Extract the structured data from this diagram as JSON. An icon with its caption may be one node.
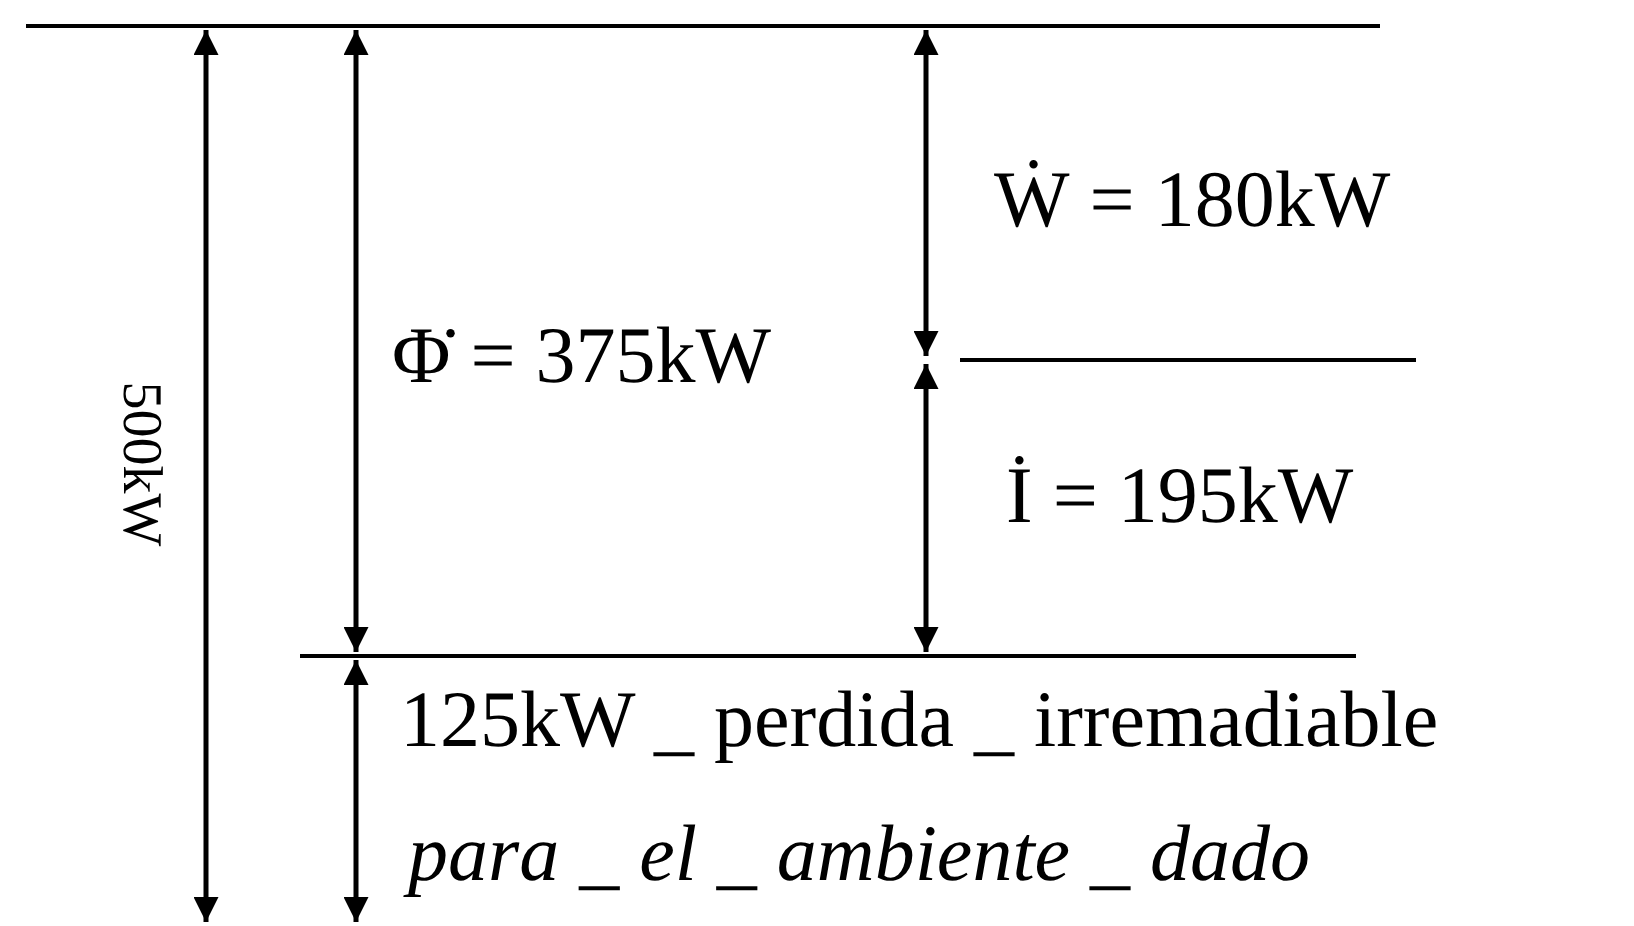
{
  "diagram": {
    "labels": [
      "Ẇ = 180kW",
      "Φ̇ = 375kW",
      "İ = 195kW",
      "125kW _ perdida _ irremadiable",
      "para _ el _ ambiente _ dado",
      "500kW"
    ]
  }
}
